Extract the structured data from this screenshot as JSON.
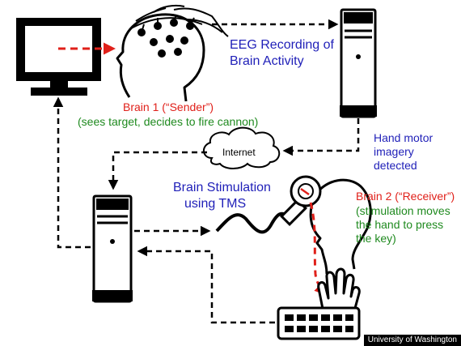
{
  "labels": {
    "eeg_line1": "EEG Recording of",
    "eeg_line2": "Brain Activity",
    "sender_title": "Brain 1 (“Sender”)",
    "sender_desc": "(sees target, decides to fire cannon)",
    "internet": "Internet",
    "motor_line1": "Hand motor",
    "motor_line2": "imagery",
    "motor_line3": "detected",
    "stim_line1": "Brain Stimulation",
    "stim_line2": "using TMS",
    "receiver_title": "Brain 2 (“Receiver”)",
    "receiver_desc1": "(stimulation moves",
    "receiver_desc2": "the hand to press",
    "receiver_desc3": "the key)"
  },
  "credit": "University of Washington",
  "colors": {
    "blue_text": "#1f1fb8",
    "red_text": "#e0201a",
    "green_text": "#1f8a1f",
    "red_arrow": "#e0201a",
    "line": "#000000"
  },
  "icons": [
    "monitor-icon",
    "sender-head-icon",
    "eeg-cap-icon",
    "computer-tower-icon",
    "cloud-icon",
    "tms-coil-icon",
    "receiver-head-icon",
    "hand-icon",
    "keyboard-icon"
  ]
}
